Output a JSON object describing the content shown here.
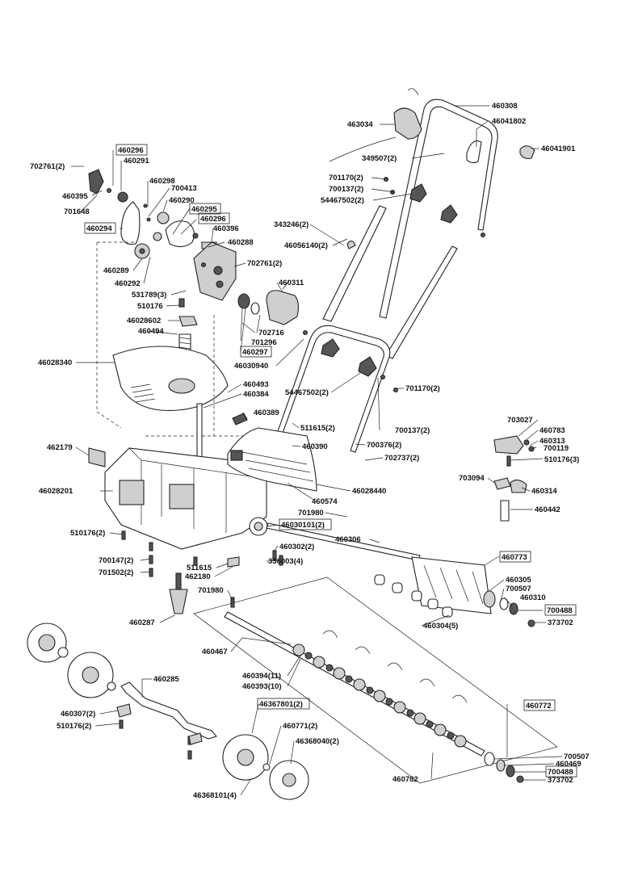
{
  "labels": {
    "l460308": "460308",
    "l463034": "463034",
    "l46041802": "46041802",
    "l46041901": "46041901",
    "l349507": "349507(2)",
    "l460296a": "460296",
    "l460291": "460291",
    "l702761a": "702761(2)",
    "l460395": "460395",
    "l701648": "701648",
    "l460298": "460298",
    "l700413": "700413",
    "l460290": "460290",
    "l460295": "460295",
    "l460296b": "460296",
    "l460294": "460294",
    "l460396": "460396",
    "l460288": "460288",
    "l701170a": "701170(2)",
    "l700137a": "700137(2)",
    "l54467502a": "54467502(2)",
    "l343246": "343246(2)",
    "l46056140": "46056140(2)",
    "l702761b": "702761(2)",
    "l460289": "460289",
    "l460292": "460292",
    "l531789": "531789(3)",
    "l510176a": "510176",
    "l460311": "460311",
    "l46028602": "46028602",
    "l460494": "460494",
    "l702716": "702716",
    "l701296": "701296",
    "l460297": "460297",
    "l46028340": "46028340",
    "l46030940": "46030940",
    "l460493": "460493",
    "l460384": "460384",
    "l54467502b": "54467502(2)",
    "l701170b": "701170(2)",
    "l460389": "460389",
    "l511615a": "511615(2)",
    "l700137b": "700137(2)",
    "l703027": "703027",
    "l460783": "460783",
    "l460313": "460313",
    "l700119": "700119",
    "l510176b": "510176(3)",
    "l462179": "462179",
    "l460390": "460390",
    "l700376": "700376(2)",
    "l702737": "702737(2)",
    "l46028201": "46028201",
    "l46028440": "46028440",
    "l703094": "703094",
    "l460314": "460314",
    "l460574": "460574",
    "l460442": "460442",
    "l701980a": "701980",
    "l46030101": "46030101(2)",
    "l510176c": "510176(2)",
    "l460306": "460306",
    "l460302": "460302(2)",
    "l336003": "336003(4)",
    "l700147": "700147(2)",
    "l701502": "701502(2)",
    "l511615b": "511615",
    "l462180": "462180",
    "l460773": "460773",
    "l460305": "460305",
    "l700507a": "700507",
    "l460310": "460310",
    "l700488a": "700488",
    "l373702a": "373702",
    "l701980b": "701980",
    "l460304": "460304(5)",
    "l460287": "460287",
    "l460467": "460467",
    "l460394": "460394(11)",
    "l460393": "460393(10)",
    "l460285": "460285",
    "l460307": "460307(2)",
    "l510176d": "510176(2)",
    "l46367801": "46367801(2)",
    "l460772": "460772",
    "l460771": "460771(2)",
    "l46368040": "46368040(2)",
    "l700507b": "700507",
    "l460469": "460469",
    "l700488b": "700488",
    "l373702b": "373702",
    "l460782": "460782",
    "l46368101": "46368101(4)"
  }
}
